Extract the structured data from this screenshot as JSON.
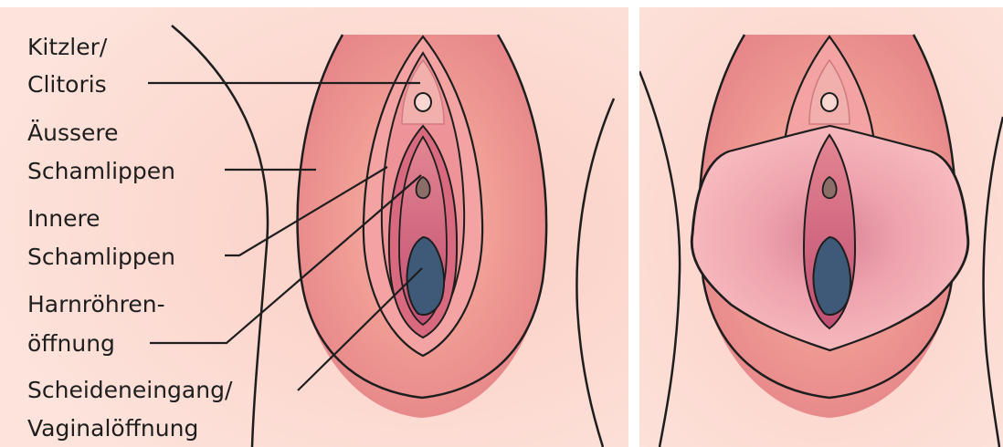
{
  "labels": {
    "clitoris": [
      "Kitzler/",
      "Clitoris"
    ],
    "outer_labia": [
      "Äussere",
      "Schamlippen"
    ],
    "inner_labia": [
      "Innere",
      "Schamlippen"
    ],
    "urethra": [
      "Harnröhren-",
      "öffnung"
    ],
    "vagina": [
      "Scheideneingang/",
      "Vaginalöffnung"
    ]
  },
  "colors": {
    "background": "#fbd9cf",
    "skin": "#f4a9a0",
    "labia_outer": "#e98a8d",
    "labia_inner": "#c14d72",
    "opening": "#3e5a78",
    "urethra": "#8b6e67",
    "flap": "#f6b4b8",
    "line": "#1e1e1e"
  }
}
